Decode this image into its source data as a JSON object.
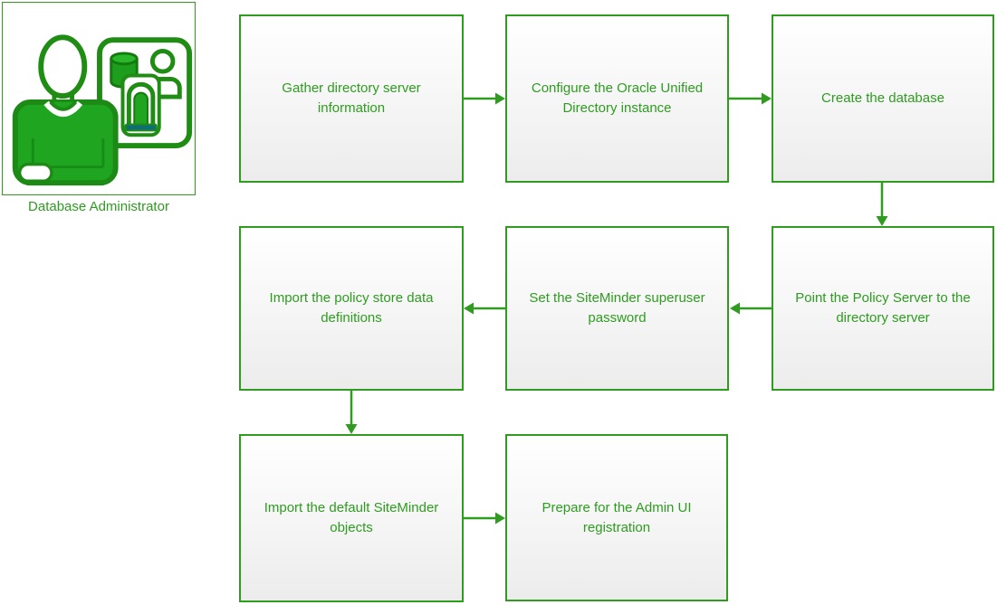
{
  "diagram": {
    "title_hint": "Policy store configuration flowchart",
    "actor": {
      "label": "Database Administrator",
      "icon": "database-administrator-icon"
    },
    "colors": {
      "line_green": "#2f9c1f",
      "text_green": "#2e9c20",
      "icon_fill_green": "#1fa51f",
      "icon_bright_green": "#28b82a",
      "icon_teal_base": "#0e6e78",
      "box_fill_top": "#ffffff",
      "box_fill_bottom": "#ececec"
    },
    "steps": [
      {
        "id": 1,
        "label": "Gather directory server information"
      },
      {
        "id": 2,
        "label": "Configure the Oracle Unified Directory instance"
      },
      {
        "id": 3,
        "label": "Create the database"
      },
      {
        "id": 4,
        "label": "Point the Policy Server to the directory server"
      },
      {
        "id": 5,
        "label": "Set the SiteMinder superuser password"
      },
      {
        "id": 6,
        "label": "Import the policy store data definitions"
      },
      {
        "id": 7,
        "label": "Import the default SiteMinder objects"
      },
      {
        "id": 8,
        "label": "Prepare for the Admin UI registration"
      }
    ],
    "connections": [
      {
        "from": 1,
        "to": 2,
        "direction": "right"
      },
      {
        "from": 2,
        "to": 3,
        "direction": "right"
      },
      {
        "from": 3,
        "to": 4,
        "direction": "down"
      },
      {
        "from": 4,
        "to": 5,
        "direction": "left"
      },
      {
        "from": 5,
        "to": 6,
        "direction": "left"
      },
      {
        "from": 6,
        "to": 7,
        "direction": "down"
      },
      {
        "from": 7,
        "to": 8,
        "direction": "right"
      }
    ]
  }
}
